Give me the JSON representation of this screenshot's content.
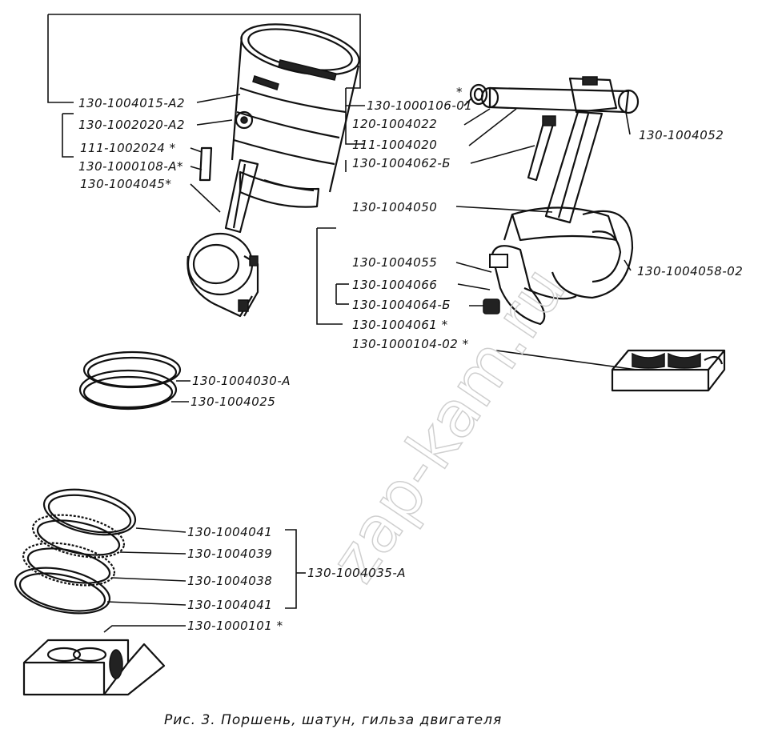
{
  "caption": "Рис. 3.   Поршень, шатун, гильза двигателя",
  "watermark": "zap-kam.ru",
  "parts": {
    "p1": "130-1004015-А2",
    "p2": "130-1002020-А2",
    "p3": "111-1002024 *",
    "p4": "130-1000108-А*",
    "p5": "130-1004045*",
    "p6": "130-1000106-01",
    "p6_star": "*",
    "p7": "120-1004022",
    "p8": "111-1004020",
    "p9": "130-1004062-Б",
    "p10": "130-1004052",
    "p11": "130-1004050",
    "p12": "130-1004055",
    "p13": "130-1004066",
    "p14": "130-1004064-Б",
    "p15": "130-1004061 *",
    "p16": "130-1004058-02",
    "p17": "130-1000104-02  *",
    "p18": "130-1004030-А",
    "p19": "130-1004025",
    "p20": "130-1004041",
    "p21": "130-1004039",
    "p22": "130-1004038",
    "p23": "130-1004041",
    "p24": "130-1004035-А",
    "p25": "130-1000101  *"
  }
}
